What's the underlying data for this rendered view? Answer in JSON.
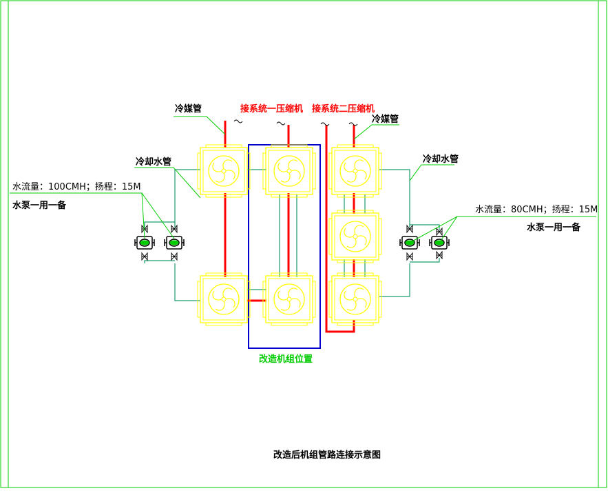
{
  "colors": {
    "frame": "#00cc00",
    "pipe_water": "#1a9a6a",
    "pipe_refrigerant": "#ff0000",
    "unit": "#ffff00",
    "highlight_box": "#0000cc",
    "pump": "#000000"
  },
  "labels": {
    "refrigerant_pipe_left": "冷媒管",
    "refrigerant_pipe_right": "冷媒管",
    "connect_compressor_1": "接系统一压缩机",
    "connect_compressor_2": "接系统二压缩机",
    "cooling_pipe_left": "冷却水管",
    "cooling_pipe_right": "冷却水管",
    "flow_left": "水流量：100CMH；扬程：15M",
    "pump_note_left": "水泵一用一备",
    "flow_right": "水流量：80CMH；扬程：15M",
    "pump_note_right": "水泵一用一备",
    "modified_unit_position": "改造机组位置",
    "title": "改造后机组管路连接示意图"
  },
  "icons": {
    "fan_unit": "fan-unit-icon",
    "pump": "pump-icon",
    "valve": "valve-icon"
  }
}
